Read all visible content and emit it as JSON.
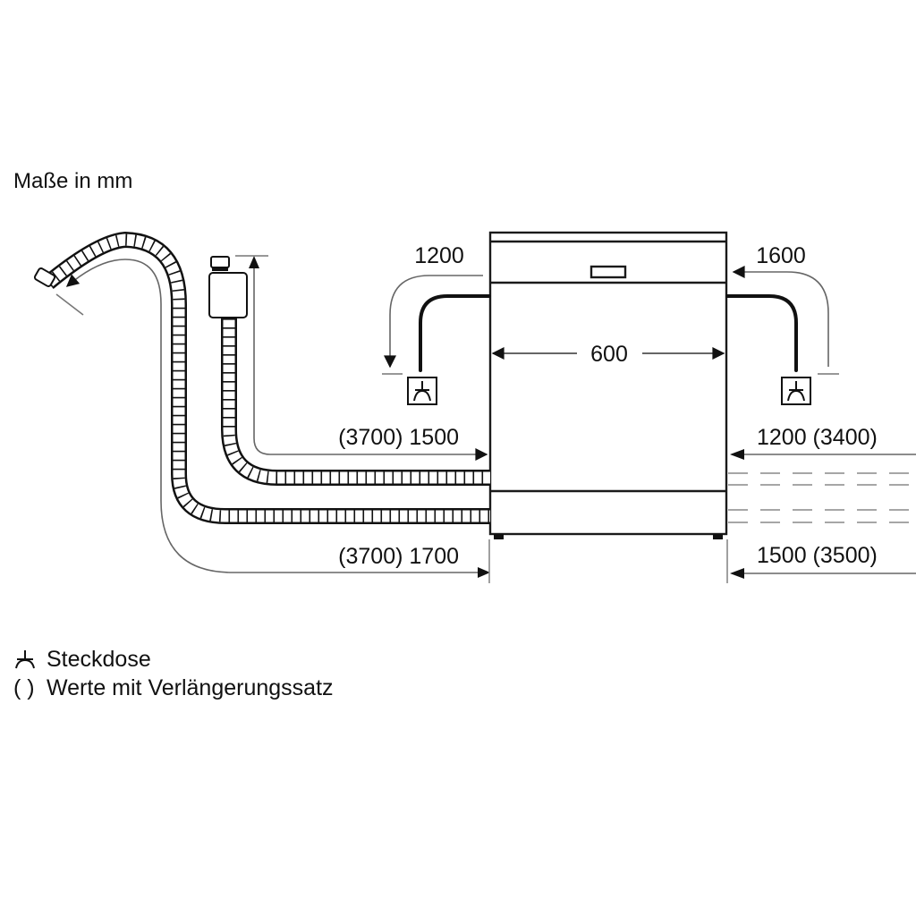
{
  "title": "Maße in mm",
  "dimensions": {
    "width": "600",
    "power_cable_left": "1200",
    "power_cable_right": "1600",
    "inlet_hose_left": "(3700) 1500",
    "inlet_hose_right": "1200 (3400)",
    "drain_hose_left": "(3700) 1700",
    "drain_hose_right": "1500 (3500)"
  },
  "legend": [
    {
      "icon": "socket-icon",
      "symbol": "⅄",
      "label": "Steckdose"
    },
    {
      "icon": "parentheses-icon",
      "symbol": "( )",
      "label": "Werte mit Verlängerungssatz"
    }
  ],
  "colors": {
    "line": "#111111",
    "dimension_line": "#777777",
    "background": "#ffffff"
  }
}
